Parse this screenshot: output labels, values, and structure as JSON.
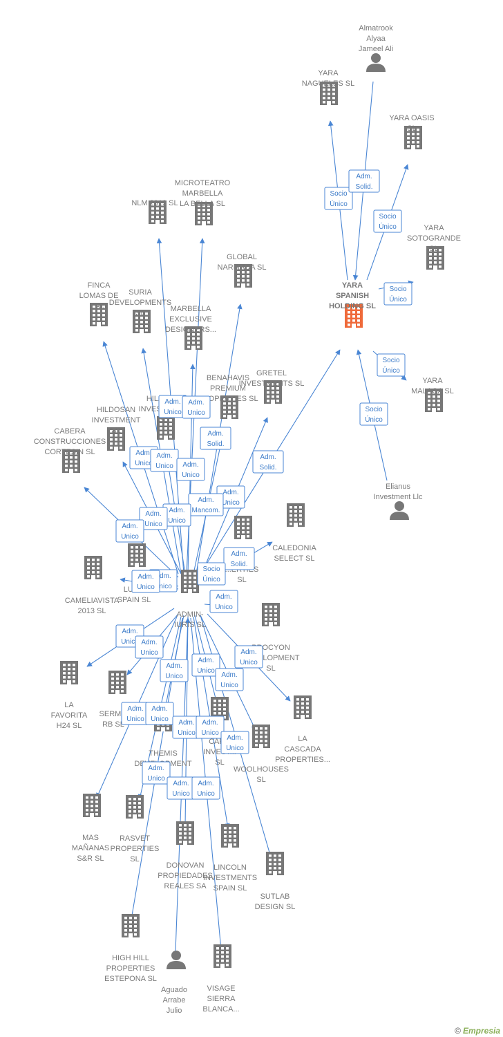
{
  "colors": {
    "edge": "#4a86d4",
    "building": "#777777",
    "main_building": "#ef6a3a",
    "person": "#777777"
  },
  "nodes": [
    {
      "id": "almatrook",
      "type": "person",
      "label": [
        "Almatrook",
        "Alyaa",
        "Jameel Ali"
      ]
    },
    {
      "id": "yara_nagueles",
      "type": "company",
      "label": [
        "YARA",
        "NAGUELES  SL"
      ]
    },
    {
      "id": "yara_oasis",
      "type": "company",
      "label": [
        "YARA OASIS",
        "SL"
      ]
    },
    {
      "id": "yara_sotogrande",
      "type": "company",
      "label": [
        "YARA",
        "SOTOGRANDE",
        "SL"
      ]
    },
    {
      "id": "yara_spanish",
      "type": "company",
      "main": true,
      "label": [
        "YARA",
        "SPANISH",
        "HOLDING  SL"
      ]
    },
    {
      "id": "yara_malaga",
      "type": "company",
      "label": [
        "YARA",
        "MALAGA  SL"
      ]
    },
    {
      "id": "elianus",
      "type": "person",
      "label": [
        "Elianus",
        "Investment Llc"
      ]
    },
    {
      "id": "microteatro",
      "type": "company",
      "label": [
        "MICROTEATRO",
        "MARBELLA",
        "LA BELLA  SL"
      ]
    },
    {
      "id": "nlm2019",
      "type": "company",
      "label": [
        "NLM 2019  SL"
      ]
    },
    {
      "id": "global_narmada",
      "type": "company",
      "label": [
        "GLOBAL",
        "NARMADA  SL"
      ]
    },
    {
      "id": "finca_lomas",
      "type": "company",
      "label": [
        "FINCA",
        "LOMAS DE",
        "LA..."
      ]
    },
    {
      "id": "suria",
      "type": "company",
      "label": [
        "SURIA",
        "DEVELOPMENTS",
        "SL"
      ]
    },
    {
      "id": "marbella_exclusive",
      "type": "company",
      "label": [
        "MARBELLA",
        "EXCLUSIVE",
        "DESIGNERS..."
      ]
    },
    {
      "id": "benahavis",
      "type": "company",
      "label": [
        "BENAHAVIS",
        "PREMIUM",
        "PROPERTIES SL"
      ]
    },
    {
      "id": "gretel",
      "type": "company",
      "label": [
        "GRETEL",
        "INVESTMENTS SL"
      ]
    },
    {
      "id": "hilados",
      "type": "company",
      "label": [
        "HILADOS",
        "INVESTMENT",
        "SL"
      ]
    },
    {
      "id": "hildosan",
      "type": "company",
      "label": [
        "HILDOSAN",
        "INVESTMENT",
        "SL"
      ]
    },
    {
      "id": "cabera",
      "type": "company",
      "label": [
        "CABERA",
        "CONSTRUCCIONES",
        "CORTESIN  SL"
      ]
    },
    {
      "id": "caledonia",
      "type": "company",
      "label": [
        "CALEDONIA",
        "SELECT  SL"
      ]
    },
    {
      "id": "hidden_props",
      "type": "company",
      "label": [
        "...D",
        "...ERTIES",
        "SL"
      ]
    },
    {
      "id": "cameliavista",
      "type": "company",
      "label": [
        "CAMELIAVISTA",
        "2013  SL"
      ]
    },
    {
      "id": "luxury_spain",
      "type": "company",
      "label": [
        "LUX...",
        "SPAIN SL"
      ]
    },
    {
      "id": "admin_iuris",
      "type": "company",
      "label": [
        "ADMIN-",
        "IURIS  SL"
      ]
    },
    {
      "id": "procyon",
      "type": "company",
      "label": [
        "PROCYON",
        "DEVELOPMENT",
        "SL"
      ]
    },
    {
      "id": "la_favorita",
      "type": "company",
      "label": [
        "LA",
        "FAVORITA",
        "H24  SL"
      ]
    },
    {
      "id": "serm_rb",
      "type": "company",
      "label": [
        "SERM...",
        "RB  SL"
      ]
    },
    {
      "id": "la_cascada",
      "type": "company",
      "label": [
        "LA",
        "CASCADA",
        "PROPERTIES..."
      ]
    },
    {
      "id": "themis",
      "type": "company",
      "label": [
        "THEMIS",
        "DEVELOPMENT"
      ]
    },
    {
      "id": "caro_invest",
      "type": "company",
      "label": [
        "CARO",
        "INVEST...",
        "SL"
      ]
    },
    {
      "id": "woolhouses",
      "type": "company",
      "label": [
        "WOOLHOUSES",
        "SL"
      ]
    },
    {
      "id": "mas_mananas",
      "type": "company",
      "label": [
        "MAS",
        "MAÑANAS",
        "S&R  SL"
      ]
    },
    {
      "id": "rasvet",
      "type": "company",
      "label": [
        "RASVET",
        "PROPERTIES",
        "SL"
      ]
    },
    {
      "id": "donovan",
      "type": "company",
      "label": [
        "DONOVAN",
        "PROPIEDADES",
        "REALES SA"
      ]
    },
    {
      "id": "lincoln",
      "type": "company",
      "label": [
        "LINCOLN",
        "INVESTMENTS",
        "SPAIN SL"
      ]
    },
    {
      "id": "sutlab",
      "type": "company",
      "label": [
        "SUTLAB",
        "DESIGN  SL"
      ]
    },
    {
      "id": "high_hill",
      "type": "company",
      "label": [
        "HIGH HILL",
        "PROPERTIES",
        "ESTEPONA SL"
      ]
    },
    {
      "id": "aguado",
      "type": "person",
      "label": [
        "Aguado",
        "Arrabe",
        "Julio"
      ]
    },
    {
      "id": "visage",
      "type": "company",
      "label": [
        "VISAGE",
        "SIERRA",
        "BLANCA..."
      ]
    }
  ],
  "edges": [
    {
      "from": "yara_spanish",
      "to": "yara_nagueles",
      "label": [
        "Socio",
        "Único"
      ]
    },
    {
      "from": "almatrook",
      "to": "yara_spanish",
      "label": [
        "Adm.",
        "Solid."
      ]
    },
    {
      "from": "yara_spanish",
      "to": "yara_oasis",
      "label": [
        "Socio",
        "Único"
      ]
    },
    {
      "from": "yara_spanish",
      "to": "yara_sotogrande",
      "label": [
        "Socio",
        "Único"
      ]
    },
    {
      "from": "yara_spanish",
      "to": "yara_malaga",
      "label": [
        "Socio",
        "Único"
      ]
    },
    {
      "from": "elianus",
      "to": "yara_spanish",
      "label": [
        "Socio",
        "Único"
      ]
    },
    {
      "from": "admin_iuris",
      "to": "yara_spanish",
      "label": [
        "Adm.",
        "Solid."
      ]
    },
    {
      "from": "admin_iuris",
      "to": "nlm2019",
      "label": [
        "Adm.",
        "Unico"
      ]
    },
    {
      "from": "admin_iuris",
      "to": "microteatro",
      "label": [
        "Adm.",
        "Unico"
      ]
    },
    {
      "from": "admin_iuris",
      "to": "global_narmada",
      "label": [
        "Adm.",
        "Solid."
      ]
    },
    {
      "from": "admin_iuris",
      "to": "finca_lomas",
      "label": [
        "Adm.",
        "Unico"
      ]
    },
    {
      "from": "admin_iuris",
      "to": "suria",
      "label": [
        "Adm.",
        "Unico"
      ]
    },
    {
      "from": "admin_iuris",
      "to": "marbella_exclusive",
      "label": [
        "Adm.",
        "Unico"
      ]
    },
    {
      "from": "admin_iuris",
      "to": "gretel",
      "label": [
        "Adm.",
        "Unico"
      ]
    },
    {
      "from": "admin_iuris",
      "to": "benahavis",
      "label": [
        "Adm.",
        "Mancom."
      ]
    },
    {
      "from": "admin_iuris",
      "to": "hilados",
      "label": [
        "Adm.",
        "Unico"
      ]
    },
    {
      "from": "admin_iuris",
      "to": "hildosan",
      "label": [
        "Adm.",
        "Unico"
      ]
    },
    {
      "from": "admin_iuris",
      "to": "cabera",
      "label": [
        "Adm.",
        "Unico"
      ]
    },
    {
      "from": "admin_iuris",
      "to": "caledonia",
      "label": [
        "Adm.",
        "Solid."
      ]
    },
    {
      "from": "admin_iuris",
      "to": "hidden_props",
      "label": [
        "Socio",
        "Único"
      ]
    },
    {
      "from": "admin_iuris",
      "to": "luxury_spain",
      "label": [
        "Adm.",
        "Unico"
      ]
    },
    {
      "from": "admin_iuris",
      "to": "cameliavista",
      "label": [
        "Adm.",
        "Unico"
      ]
    },
    {
      "from": "admin_iuris",
      "to": "procyon",
      "label": [
        "Adm.",
        "Unico"
      ]
    },
    {
      "from": "admin_iuris",
      "to": "la_favorita",
      "label": [
        "Adm.",
        "Unico"
      ]
    },
    {
      "from": "admin_iuris",
      "to": "serm_rb",
      "label": [
        "Adm.",
        "Unico"
      ]
    },
    {
      "from": "admin_iuris",
      "to": "la_cascada",
      "label": [
        "Adm.",
        "Unico"
      ]
    },
    {
      "from": "admin_iuris",
      "to": "themis",
      "label": [
        "Adm.",
        "Unico"
      ]
    },
    {
      "from": "admin_iuris",
      "to": "caro_invest",
      "label": [
        "Adm.",
        "Unico"
      ]
    },
    {
      "from": "admin_iuris",
      "to": "woolhouses",
      "label": [
        "Adm.",
        "Unico"
      ]
    },
    {
      "from": "admin_iuris",
      "to": "mas_mananas",
      "label": [
        "Adm.",
        "Unico"
      ]
    },
    {
      "from": "admin_iuris",
      "to": "rasvet",
      "label": [
        "Adm.",
        "Unico"
      ]
    },
    {
      "from": "admin_iuris",
      "to": "donovan",
      "label": [
        "Adm.",
        "Unico"
      ]
    },
    {
      "from": "admin_iuris",
      "to": "lincoln",
      "label": [
        "Adm.",
        "Unico"
      ]
    },
    {
      "from": "admin_iuris",
      "to": "sutlab",
      "label": [
        "Adm.",
        "Unico"
      ]
    },
    {
      "from": "admin_iuris",
      "to": "high_hill",
      "label": [
        "Adm.",
        "Unico"
      ]
    },
    {
      "from": "aguado",
      "to": "admin_iuris",
      "label": [
        "Adm.",
        "Unico"
      ]
    },
    {
      "from": "admin_iuris",
      "to": "visage",
      "label": [
        "Adm.",
        "Unico"
      ]
    }
  ],
  "footer": {
    "copyright": "©",
    "brand": "Empresia"
  }
}
